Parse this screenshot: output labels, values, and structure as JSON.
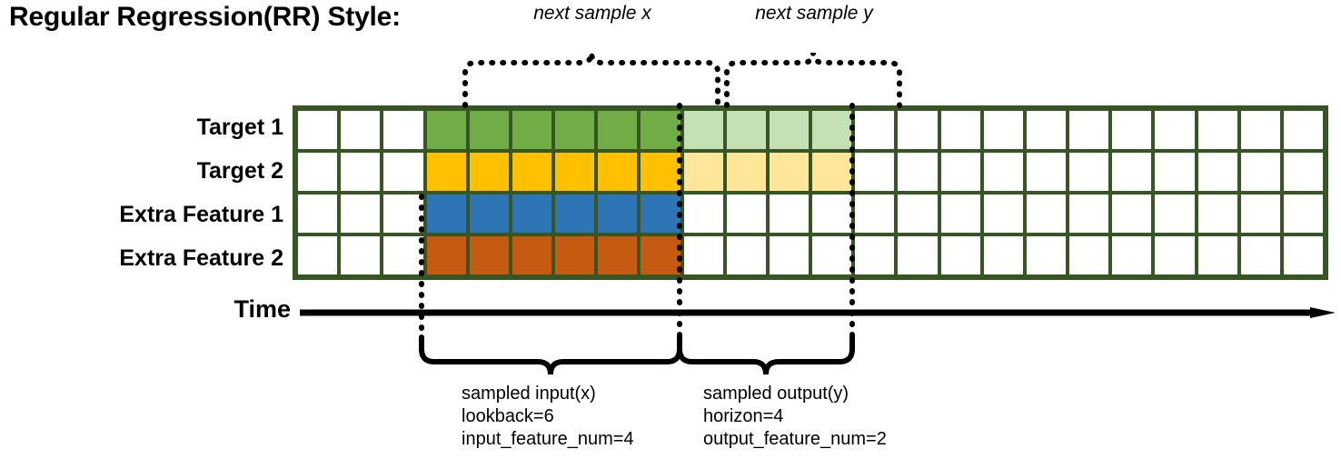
{
  "title": "Regular Regression(RR) Style:",
  "annotations": {
    "next_sample_x": "next sample x",
    "next_sample_y": "next sample y"
  },
  "rows": [
    {
      "label": "Target 1",
      "key": "target-1",
      "fill": "#70ad47",
      "fade": "#c5e0b4",
      "has_output": true
    },
    {
      "label": "Target 2",
      "key": "target-2",
      "fill": "#ffc000",
      "fade": "#ffe699",
      "has_output": true
    },
    {
      "label": "Extra Feature 1",
      "key": "extra-feature-1",
      "fill": "#2e75b6",
      "fade": "#ffffff",
      "has_output": false
    },
    {
      "label": "Extra Feature 2",
      "key": "extra-feature-2",
      "fill": "#c55a11",
      "fade": "#ffffff",
      "has_output": false
    }
  ],
  "grid": {
    "total_columns": 24,
    "lead_blank_columns": 3,
    "input_columns": 6,
    "output_columns": 4,
    "border_color": "#375623",
    "empty_color": "#ffffff"
  },
  "time_axis": {
    "label": "Time"
  },
  "braces": {
    "input": {
      "line1": "sampled input(x)",
      "line2": "lookback=6",
      "line3": "input_feature_num=4"
    },
    "output": {
      "line1": "sampled output(y)",
      "line2": "horizon=4",
      "line3": "output_feature_num=2"
    }
  },
  "colors": {
    "grid_border": "#375623",
    "target1": "#70ad47",
    "target1_faded": "#c5e0b4",
    "target2": "#ffc000",
    "target2_faded": "#ffe699",
    "extra1": "#2e75b6",
    "extra2": "#c55a11",
    "ink": "#000000"
  }
}
